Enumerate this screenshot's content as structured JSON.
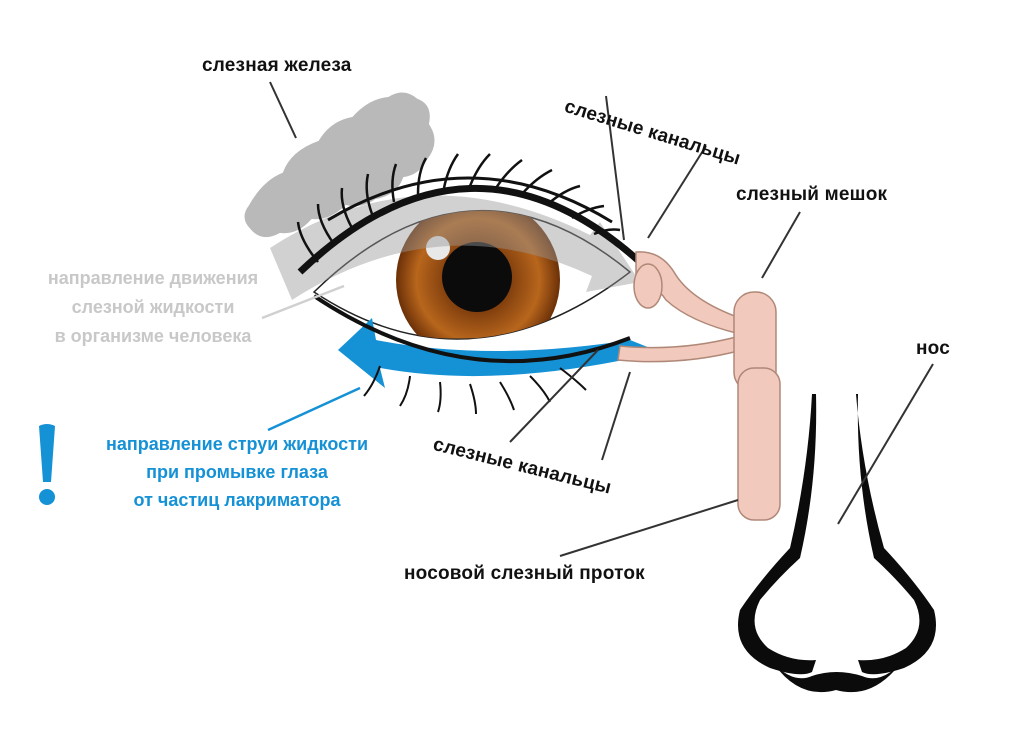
{
  "labels": {
    "lacrimal_gland": "слезная железа",
    "canaliculi_top": "слезные канальцы",
    "lacrimal_sac": "слезный мешок",
    "nose": "нос",
    "canaliculi_bottom": "слезные канальцы",
    "nasolacrimal_duct": "носовой слезный проток",
    "tear_flow": [
      "направление движения",
      "слезной жидкости",
      "в организме человека"
    ],
    "wash_flow": [
      "направление струи жидкости",
      "при промывке глаза",
      "от частиц лакриматора"
    ]
  },
  "colors": {
    "wash_blue": "#1591d6",
    "tear_grey": "#c8c8c8",
    "iris_brown": "#a85a18",
    "duct_pink": "#f2c9bd",
    "gland_grey": "#b9b9b9",
    "line_dark": "#111111"
  }
}
